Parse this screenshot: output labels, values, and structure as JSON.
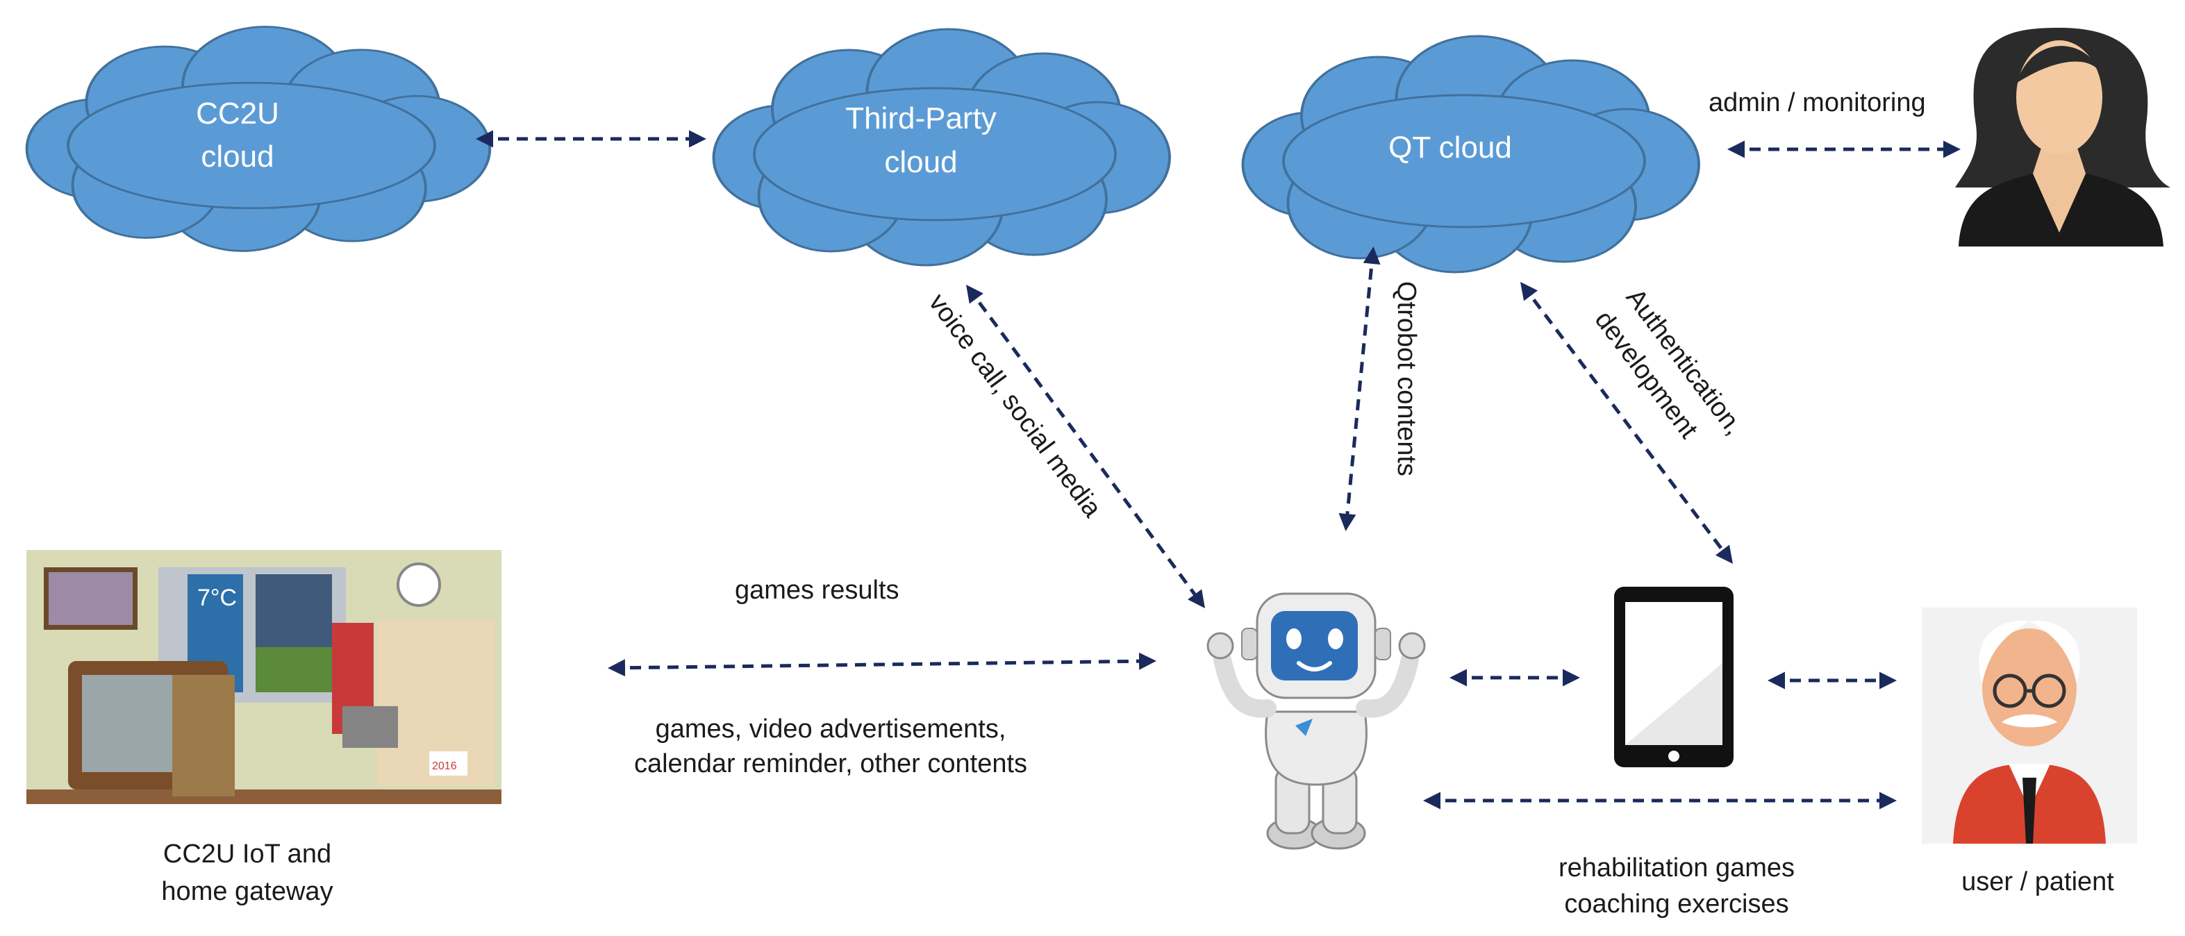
{
  "clouds": {
    "cc2u": {
      "line1": "CC2U",
      "line2": "cloud"
    },
    "third_party": {
      "line1": "Third-Party",
      "line2": "cloud"
    },
    "qt": {
      "line1": "QT cloud"
    }
  },
  "labels": {
    "admin_monitoring": "admin / monitoring",
    "voice_call": "voice call, social media",
    "qtrobot_contents": "Qtrobot  contents",
    "auth_line1": "Authentication,",
    "auth_line2": "development",
    "games_results": "games results",
    "games_line1": "games, video advertisements,",
    "games_line2": "calendar reminder, other contents",
    "gateway_line1": "CC2U IoT and",
    "gateway_line2": "home gateway",
    "rehab_line1": "rehabilitation games",
    "rehab_line2": "coaching exercises",
    "user_patient": "user / patient"
  },
  "gateway_screen": {
    "temperature": "7°C",
    "year": "2016"
  },
  "colors": {
    "cloud_fill": "#5b9bd5",
    "cloud_stroke": "#41719c",
    "arrow": "#1b2a5c"
  },
  "icons": [
    "admin-avatar-icon",
    "robot-icon",
    "tablet-icon",
    "patient-avatar-icon"
  ]
}
